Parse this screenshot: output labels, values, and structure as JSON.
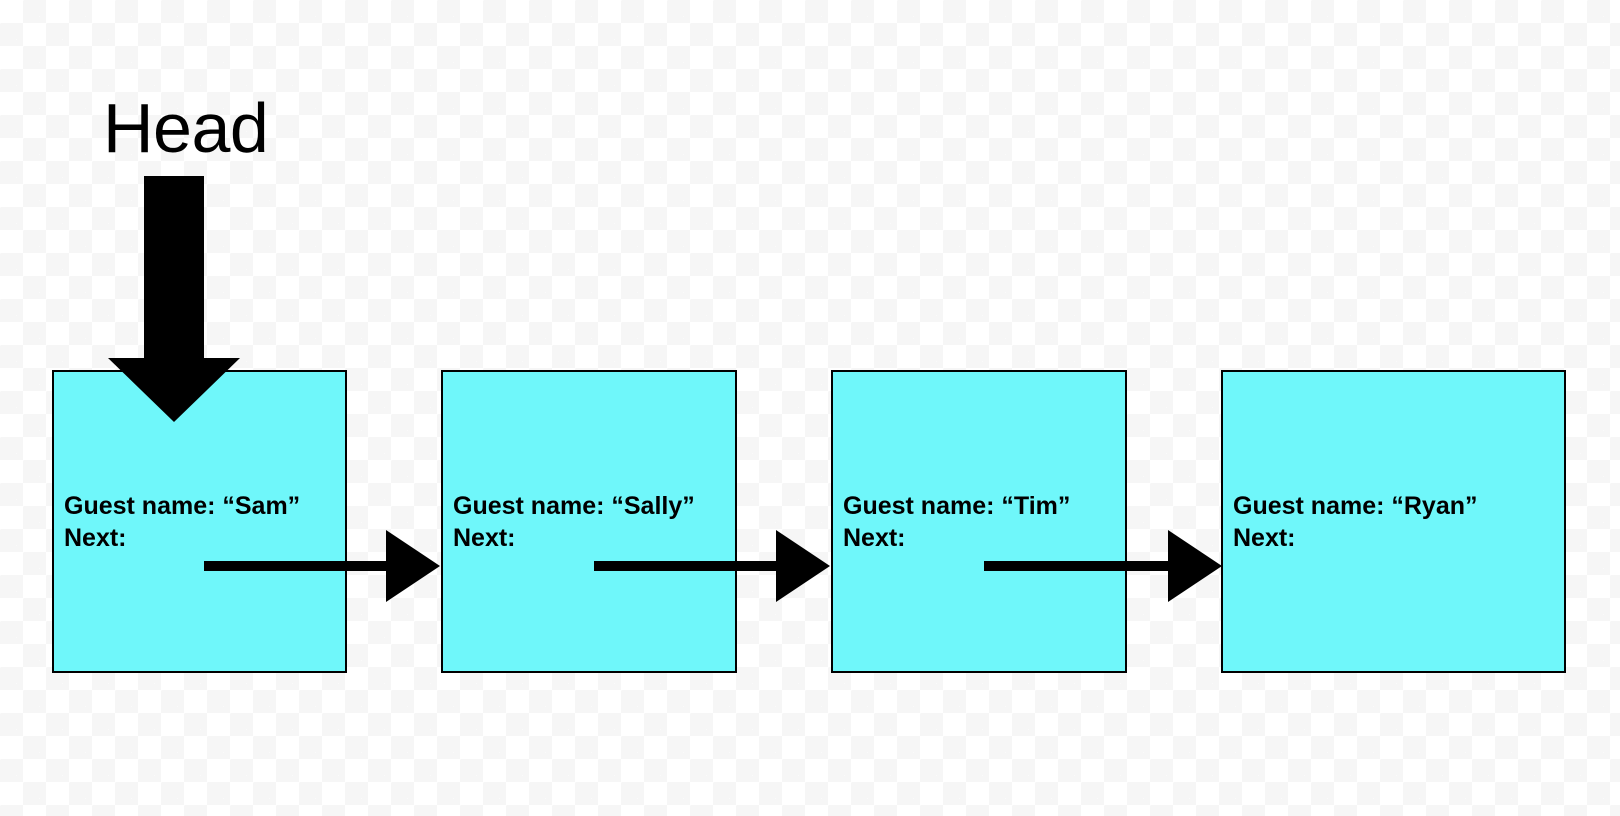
{
  "diagram": {
    "type": "singly-linked-list",
    "title_label": "Head",
    "background": "transparent-checkerboard",
    "node_fill_color": "#6ff7fa",
    "node_border_color": "#000000",
    "arrow_color": "#000000",
    "text_color": "#000000",
    "field_labels": {
      "name_prefix": "Guest name:",
      "next_prefix": "Next:"
    },
    "nodes": [
      {
        "index": 0,
        "name_line": "Guest name: “Sam”",
        "next_line": "Next:",
        "guest_name": "Sam",
        "has_outgoing_arrow": true
      },
      {
        "index": 1,
        "name_line": "Guest name: “Sally”",
        "next_line": "Next:",
        "guest_name": "Sally",
        "has_outgoing_arrow": true
      },
      {
        "index": 2,
        "name_line": "Guest name: “Tim”",
        "next_line": "Next:",
        "guest_name": "Tim",
        "has_outgoing_arrow": true
      },
      {
        "index": 3,
        "name_line": "Guest name: “Ryan”",
        "next_line": "Next:",
        "guest_name": "Ryan",
        "has_outgoing_arrow": false
      }
    ]
  }
}
